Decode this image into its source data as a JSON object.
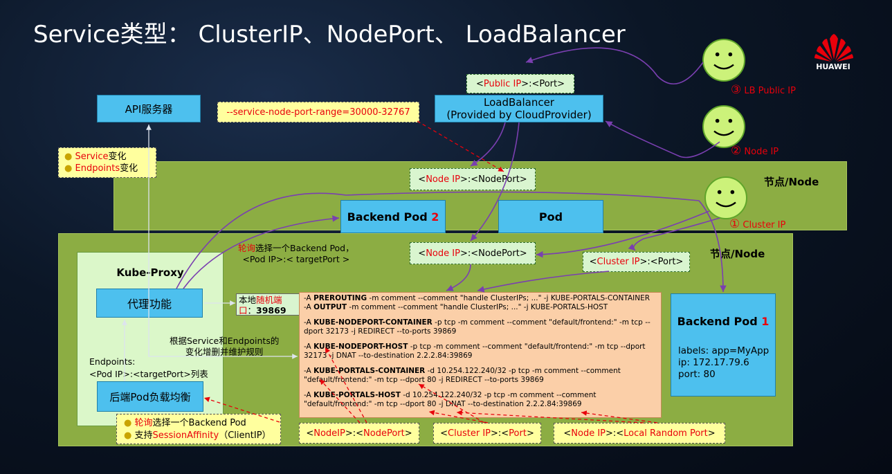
{
  "title": "Service类型： ClusterIP、NodePort、 LoadBalancer",
  "logo_text": "HUAWEI",
  "api_server": "API服务器",
  "node_port_range": "--service-node-port-range=30000-32767",
  "public_ip_tag": {
    "a": "<",
    "b": "Public IP",
    "c": ">:<Port>"
  },
  "loadbalancer": {
    "line1": "LoadBalancer",
    "line2": "(Provided by CloudProvider)"
  },
  "service_changes": {
    "item1_a": "Service",
    "item1_b": "变化",
    "item2_a": "Endpoints",
    "item2_b": "变化"
  },
  "node_label": "节点/Node",
  "node_ip_tag": {
    "a": "<",
    "b": "Node IP",
    "c": ">:<NodePort>"
  },
  "backend_pod2": {
    "a": "Backend Pod ",
    "b": "2"
  },
  "pod": "Pod",
  "cluster_ip_tag": {
    "a": "<",
    "b": "Cluster IP",
    "c": ">:<Port>"
  },
  "round_robin": {
    "a": "轮询",
    "b": "选择一个Backend Pod，",
    "line2": "<Pod IP>:< targetPort >"
  },
  "kube_proxy": "Kube-Proxy",
  "proxy_function": "代理功能",
  "local_random_port": {
    "a": "本地",
    "b": "随机端口",
    "c": "：",
    "d": "39869"
  },
  "update_rules": {
    "line1": "根据Service和Endpoints的",
    "line2": "变化增删并维护规则"
  },
  "endpoints_list": {
    "line1": "Endpoints:",
    "line2": "<Pod IP>:<targetPort>列表"
  },
  "lb_pods": "后端Pod负载均衡",
  "lb_notes": {
    "item1_a": "轮询",
    "item1_b": "选择一个Backend Pod",
    "item2_a": "支持",
    "item2_b": "SessionAffinity",
    "item2_c": "（ClientIP）"
  },
  "backend_pod1": {
    "a": "Backend Pod ",
    "b": "1",
    "labels": "labels: app=MyApp",
    "ip": "ip: 172.17.79.6",
    "port": "port: 80"
  },
  "circles": {
    "c3": {
      "num": "③",
      "label": "LB Public IP"
    },
    "c2": {
      "num": "②",
      "label": "Node IP"
    },
    "c1": {
      "num": "①",
      "label": "Cluster IP"
    }
  },
  "iptables": [
    {
      "pre": "-A ",
      "kw": "PREROUTING",
      "rest": " -m comment --comment   \"handle ClusterIPs; ...\" -j KUBE-PORTALS-CONTAINER"
    },
    {
      "pre": "-A ",
      "kw": "OUTPUT",
      "rest": " -m comment --comment \"handle ClusterIPs; ...\" -j KUBE-PORTALS-HOST"
    },
    {
      "pre": "-A ",
      "kw": "KUBE-NODEPORT-CONTAINER",
      "rest": " -p tcp -m comment --comment \"default/frontend:\" -m tcp --dport 32173 -j REDIRECT --to-ports 39869"
    },
    {
      "pre": "-A ",
      "kw": "KUBE-NODEPORT-HOST",
      "rest": " -p tcp -m comment --comment \"default/frontend:\" -m tcp --dport 32173 -j DNAT --to-destination 2.2.2.84:39869"
    },
    {
      "pre": "-A ",
      "kw": "KUBE-PORTALS-CONTAINER",
      "rest": " -d 10.254.122.240/32 -p tcp -m comment --comment \"default/frontend:\" -m tcp --dport 80 -j REDIRECT --to-ports 39869"
    },
    {
      "pre": "-A ",
      "kw": "KUBE-PORTALS-HOST",
      "rest": " -d 10.254.122.240/32 -p tcp -m comment --comment \"default/frontend:\" -m tcp --dport 80 -j DNAT --to-destination 2.2.2.84:39869"
    }
  ],
  "bottom_tags": {
    "t1": {
      "a": "<",
      "b": "NodeIP",
      "c": ">:<",
      "d": "NodePort",
      "e": ">"
    },
    "t2": {
      "a": "<",
      "b": "Cluster IP",
      "c": ">:<",
      "d": "Port",
      "e": ">"
    },
    "t3": {
      "a": "<",
      "b": "Node IP",
      "c": ">:<",
      "d": "Local Random Port",
      "e": ">"
    }
  },
  "colors": {
    "node_green": "#8cad43",
    "blue_box": "#4dc0ee",
    "accent_red": "#e8000b",
    "arrow_purple": "#7a3fb0"
  }
}
